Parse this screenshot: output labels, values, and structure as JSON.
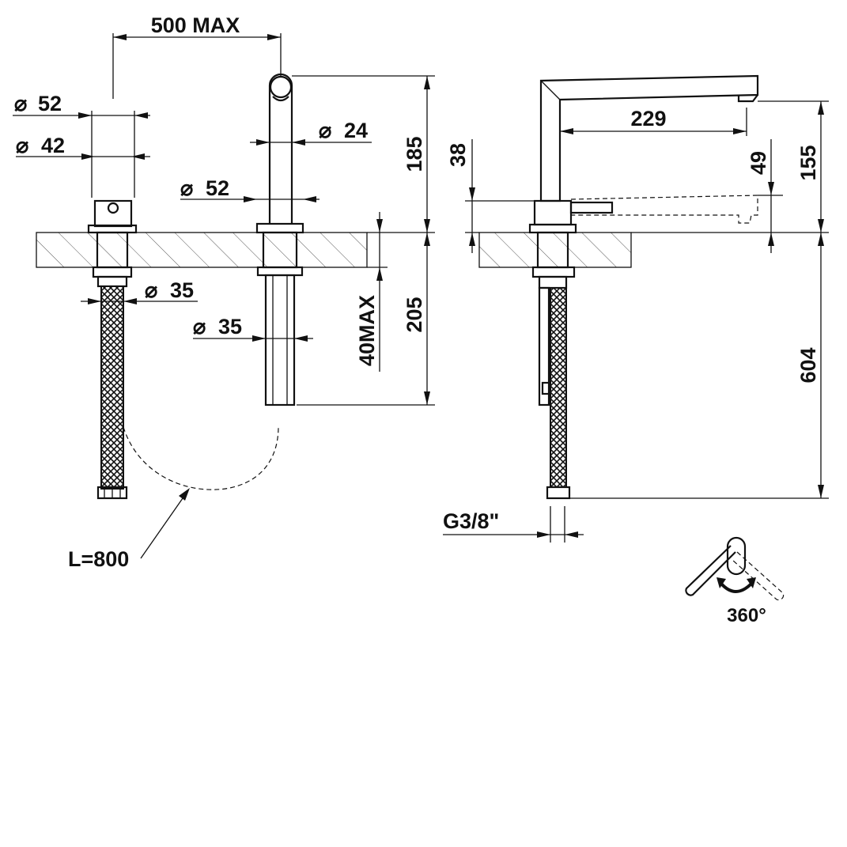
{
  "drawing": {
    "labels": {
      "max_spacing": "500 MAX",
      "dia_52_handle": "52",
      "dia_42_handle": "42",
      "dia_24_spout": "24",
      "dia_52_spout_base": "52",
      "dia_35_handle_shank": "35",
      "dia_35_spout_shank": "35",
      "spout_height": "185",
      "shank_length": "205",
      "deck_thickness": "40MAX",
      "hose_length": "L=800",
      "spout_reach": "229",
      "lever_height": "38",
      "outlet_height": "49",
      "total_height": "155",
      "hose_total": "604",
      "thread": "G3/8\"",
      "rotation": "360°"
    },
    "diameter_symbol": "⌀",
    "colors": {
      "line": "#111111",
      "hatch": "#555555",
      "background": "#ffffff"
    }
  }
}
